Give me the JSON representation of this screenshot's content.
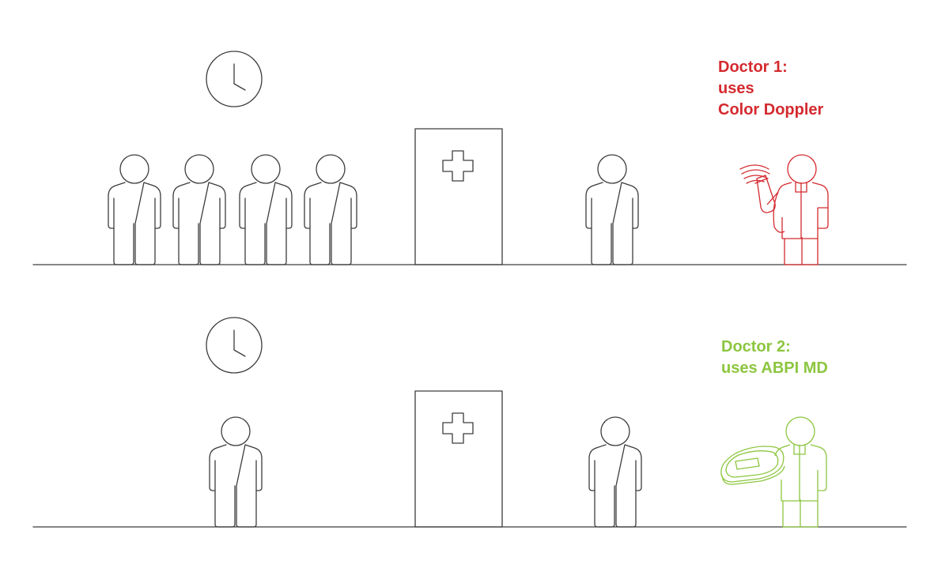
{
  "colors": {
    "line": "#3c3c3c",
    "doctor_1": "#d42a2f",
    "doctor_2": "#8cc63f",
    "background": "#ffffff"
  },
  "scenarios": [
    {
      "label_lines": [
        "Doctor 1:",
        "uses",
        "Color Doppler"
      ],
      "waiting_patients": 4,
      "doctor_device": "color-doppler-probe-icon",
      "doctor_color": "#d42a2f"
    },
    {
      "label_lines": [
        "Doctor 2:",
        "uses ABPI MD"
      ],
      "waiting_patients": 1,
      "doctor_device": "abpi-md-device-icon",
      "doctor_color": "#8cc63f"
    }
  ],
  "icons": {
    "clock": "clock-icon",
    "door": "clinic-door-icon",
    "cross": "medical-cross-icon",
    "patient": "patient-icon",
    "doctor": "doctor-icon"
  }
}
